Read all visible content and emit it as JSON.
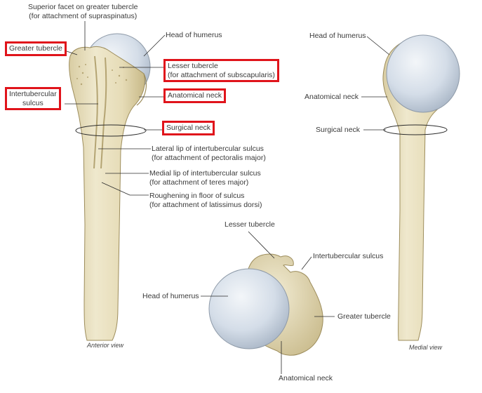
{
  "labels": {
    "superior_facet": [
      "Superior facet on greater tubercle",
      "(for attachment of supraspinatus)"
    ],
    "greater_tubercle_anterior": "Greater tubercle",
    "intertubercular_sulcus_anterior": [
      "Intertubercular",
      "sulcus"
    ],
    "head_anterior": "Head of humerus",
    "lesser_tubercle_anterior": [
      "Lesser tubercle",
      "(for attachment of subscapularis)"
    ],
    "anatomical_neck_anterior": "Anatomical neck",
    "surgical_neck_anterior": "Surgical neck",
    "lateral_lip": [
      "Lateral lip of intertubercular sulcus",
      "(for attachment of pectoralis major)"
    ],
    "medial_lip": [
      "Medial lip of intertubercular sulcus",
      "(for attachment of teres major)"
    ],
    "roughening": [
      "Roughening in floor of sulcus",
      "(for attachment of latissimus dorsi)"
    ],
    "head_medial": "Head of humerus",
    "anatomical_neck_medial": "Anatomical neck",
    "surgical_neck_medial": "Surgical neck",
    "lesser_tubercle_superior": "Lesser tubercle",
    "intertubercular_sulcus_superior": "Intertubercular sulcus",
    "head_superior": "Head of humerus",
    "greater_tubercle_superior": "Greater tubercle",
    "anatomical_neck_superior": "Anatomical neck"
  },
  "captions": {
    "anterior": "Anterior view",
    "medial": "Medial view"
  },
  "colors": {
    "bone": "#e8dfbf",
    "bone_shadow": "#c9bb8d",
    "cartilage": "#c9d6e4",
    "highlight_box": "#e0141b",
    "leader": "#2b2b2b"
  }
}
